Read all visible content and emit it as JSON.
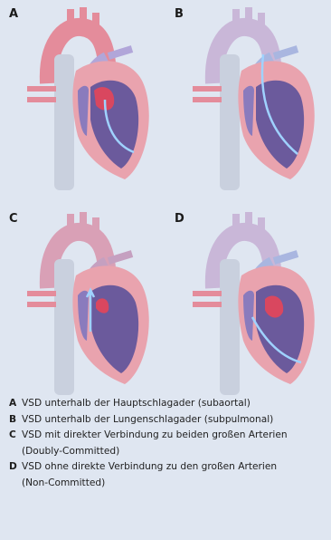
{
  "panels": [
    {
      "label": "A",
      "defect_position": "subaortal"
    },
    {
      "label": "B",
      "defect_position": "subpulmonal"
    },
    {
      "label": "C",
      "defect_position": "doubly-committed"
    },
    {
      "label": "D",
      "defect_position": "non-committed"
    }
  ],
  "legend": [
    {
      "letter": "A",
      "text": "VSD unterhalb der Hauptschlagader (subaortal)"
    },
    {
      "letter": "B",
      "text": "VSD unterhalb der Lungenschlagader (subpulmonal)"
    },
    {
      "letter": "C",
      "text": "VSD mit direkter Verbindung zu beiden großen Arterien\n(Doubly-Committed)"
    },
    {
      "letter": "D",
      "text": "VSD ohne direkte Verbindung zu den großen Arterien\n(Non-Committed)"
    }
  ],
  "colors": {
    "background": "#dfe6f1",
    "oxygenated": "#d9475f",
    "deoxygenated": "#8ca6d6",
    "chamber_inner": "#6b5a9c",
    "muscle": "#e9a3ae",
    "vein_grey": "#c9d0de",
    "flow_arrow": "#9fd2ff"
  },
  "icons": [
    "heart-illustration",
    "flow-arrow"
  ]
}
